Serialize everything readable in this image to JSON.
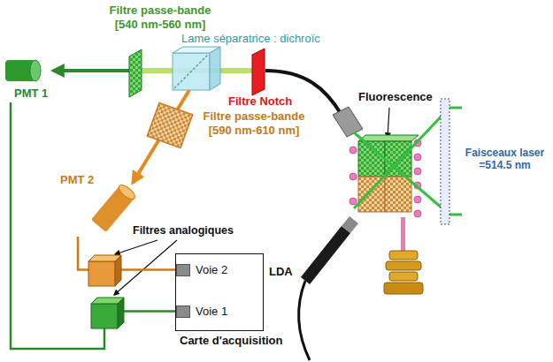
{
  "diagram": {
    "nodes": [
      {
        "text": [
          "PMT 1"
        ]
      },
      {
        "text": [
          "PMT 2"
        ]
      },
      {
        "text": [
          "Carte d'acquisition"
        ]
      },
      {
        "text": [
          "Voie 2"
        ],
        "in": 2
      },
      {
        "text": [
          "Voie 1"
        ],
        "in": 2
      }
    ],
    "edges": [
      {
        "from": 0,
        "to": 4,
        "arrow": "none"
      },
      {
        "from": 1,
        "to": 3,
        "arrow": "none"
      }
    ],
    "labels": [
      "Filtre passe-bande [540 nm-560 nm]",
      "Lame séparatrice : dichroïc",
      "Filtre Notch",
      "Fluorescence",
      "Filtre passe-bande [590 nm-610 nm]",
      "Faisceaux laser =514.5 nm",
      "Filtres analogiques",
      "LDA"
    ]
  }
}
